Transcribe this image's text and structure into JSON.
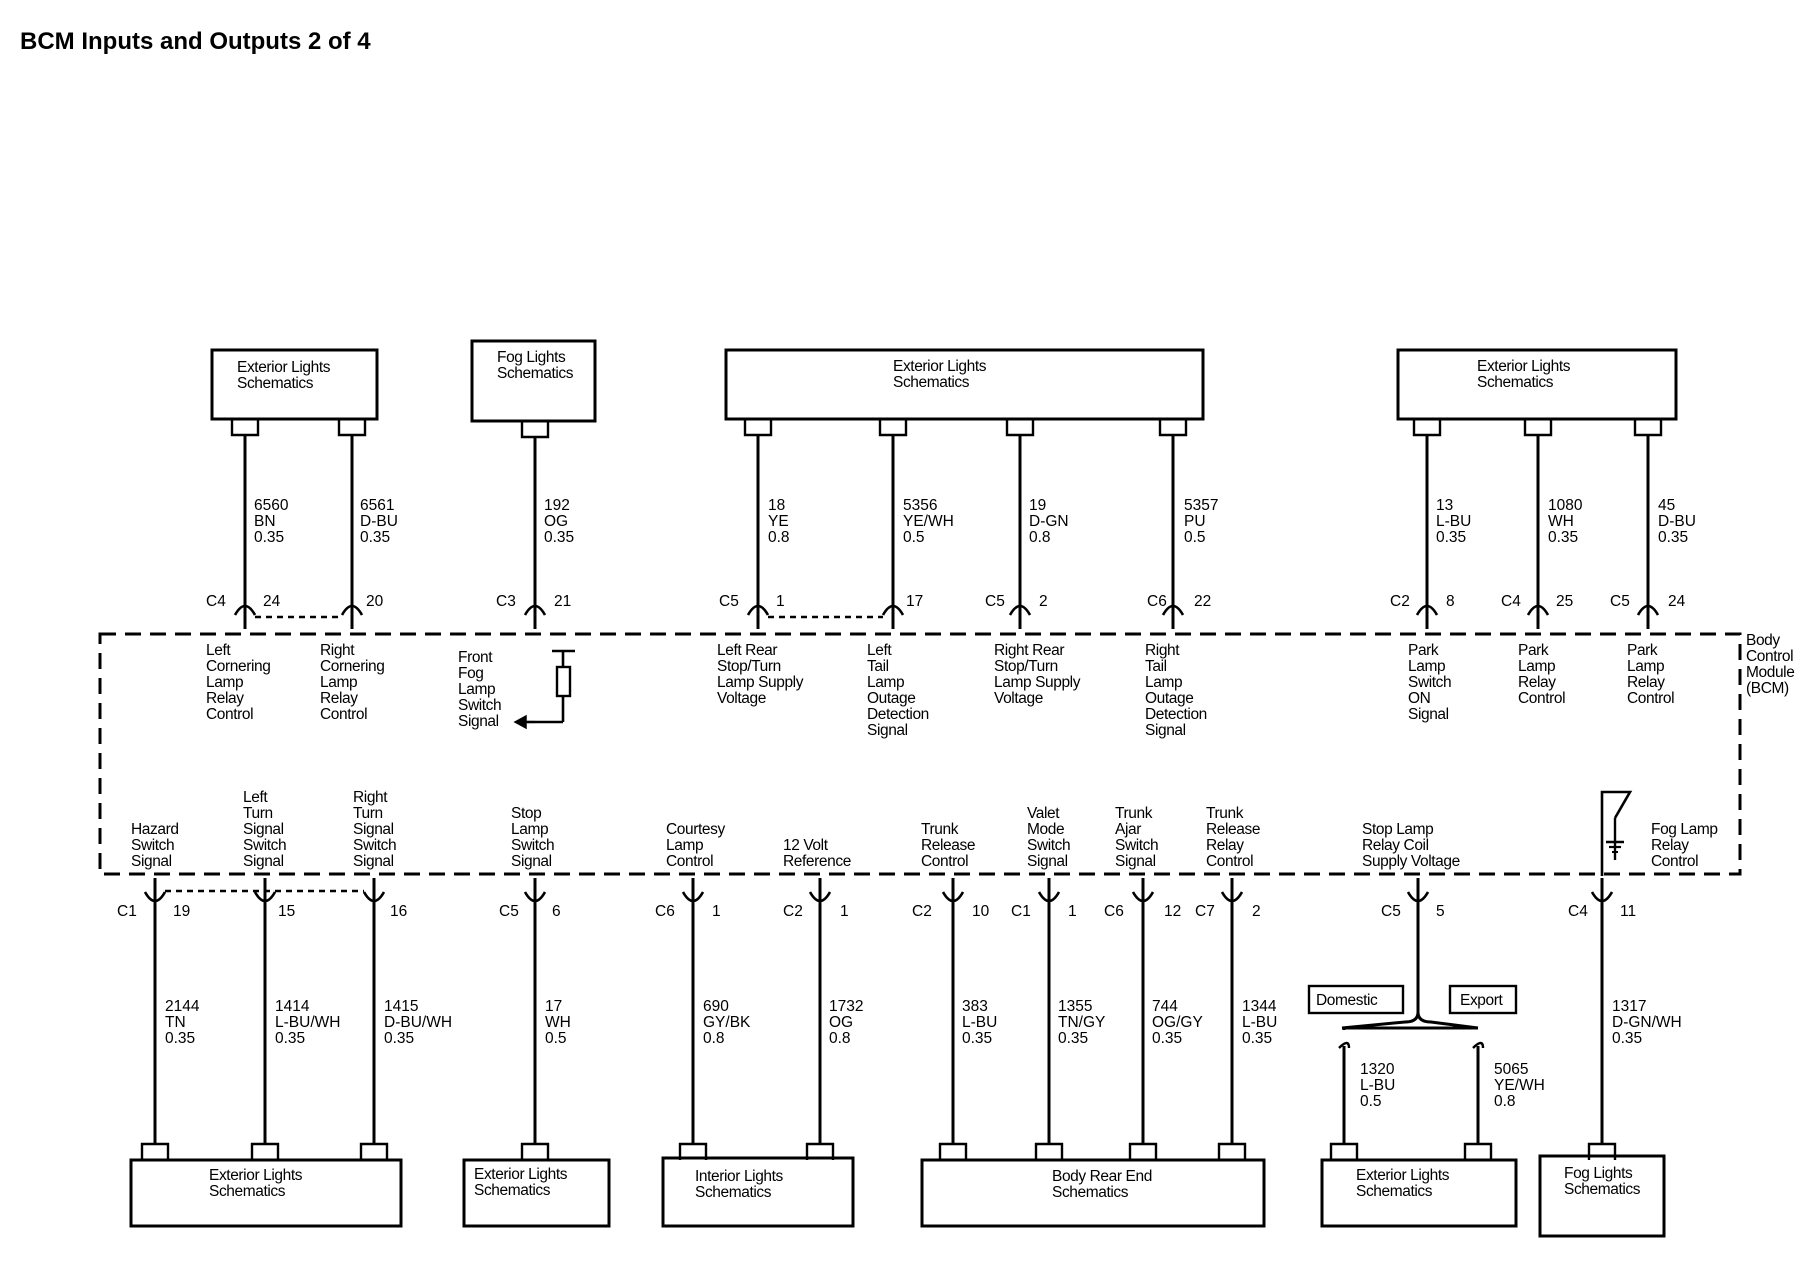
{
  "title": "BCM Inputs and Outputs 2 of 4",
  "module_label": [
    "Body",
    "Control",
    "Module",
    "(BCM)"
  ],
  "top_boxes": [
    {
      "id": "tb1",
      "lines": [
        "Exterior Lights",
        "Schematics"
      ]
    },
    {
      "id": "tb2",
      "lines": [
        "Fog Lights",
        "Schematics"
      ]
    },
    {
      "id": "tb3",
      "lines": [
        "Exterior Lights",
        "Schematics"
      ]
    },
    {
      "id": "tb4",
      "lines": [
        "Exterior Lights",
        "Schematics"
      ]
    }
  ],
  "top_circuits": [
    {
      "connector": "C4",
      "pin": "24",
      "circuit": "6560",
      "color": "BN",
      "gauge": "0.35",
      "label": [
        "Left",
        "Cornering",
        "Lamp",
        "Relay",
        "Control"
      ]
    },
    {
      "connector": "",
      "pin": "20",
      "circuit": "6561",
      "color": "D-BU",
      "gauge": "0.35",
      "label": [
        "Right",
        "Cornering",
        "Lamp",
        "Relay",
        "Control"
      ]
    },
    {
      "connector": "C3",
      "pin": "21",
      "circuit": "192",
      "color": "OG",
      "gauge": "0.35",
      "label": [
        "Front",
        "Fog",
        "Lamp",
        "Switch",
        "Signal"
      ]
    },
    {
      "connector": "C5",
      "pin": "1",
      "circuit": "18",
      "color": "YE",
      "gauge": "0.8",
      "label": [
        "Left Rear",
        "Stop/Turn",
        "Lamp Supply",
        "Voltage"
      ]
    },
    {
      "connector": "",
      "pin": "17",
      "circuit": "5356",
      "color": "YE/WH",
      "gauge": "0.5",
      "label": [
        "Left",
        "Tail",
        "Lamp",
        "Outage",
        "Detection",
        "Signal"
      ]
    },
    {
      "connector": "C5",
      "pin": "2",
      "circuit": "19",
      "color": "D-GN",
      "gauge": "0.8",
      "label": [
        "Right Rear",
        "Stop/Turn",
        "Lamp Supply",
        "Voltage"
      ]
    },
    {
      "connector": "C6",
      "pin": "22",
      "circuit": "5357",
      "color": "PU",
      "gauge": "0.5",
      "label": [
        "Right",
        "Tail",
        "Lamp",
        "Outage",
        "Detection",
        "Signal"
      ]
    },
    {
      "connector": "C2",
      "pin": "8",
      "circuit": "13",
      "color": "L-BU",
      "gauge": "0.35",
      "label": [
        "Park",
        "Lamp",
        "Switch",
        "ON",
        "Signal"
      ]
    },
    {
      "connector": "C4",
      "pin": "25",
      "circuit": "1080",
      "color": "WH",
      "gauge": "0.35",
      "label": [
        "Park",
        "Lamp",
        "Relay",
        "Control"
      ]
    },
    {
      "connector": "C5",
      "pin": "24",
      "circuit": "45",
      "color": "D-BU",
      "gauge": "0.35",
      "label": [
        "Park",
        "Lamp",
        "Relay",
        "Control"
      ]
    }
  ],
  "bottom_circuits": [
    {
      "connector": "C1",
      "pin": "19",
      "circuit": "2144",
      "color": "TN",
      "gauge": "0.35",
      "label": [
        "Hazard",
        "Switch",
        "Signal"
      ]
    },
    {
      "connector": "",
      "pin": "15",
      "circuit": "1414",
      "color": "L-BU/WH",
      "gauge": "0.35",
      "label": [
        "Left",
        "Turn",
        "Signal",
        "Switch",
        "Signal"
      ]
    },
    {
      "connector": "",
      "pin": "16",
      "circuit": "1415",
      "color": "D-BU/WH",
      "gauge": "0.35",
      "label": [
        "Right",
        "Turn",
        "Signal",
        "Switch",
        "Signal"
      ]
    },
    {
      "connector": "C5",
      "pin": "6",
      "circuit": "17",
      "color": "WH",
      "gauge": "0.5",
      "label": [
        "Stop",
        "Lamp",
        "Switch",
        "Signal"
      ]
    },
    {
      "connector": "C6",
      "pin": "1",
      "circuit": "690",
      "color": "GY/BK",
      "gauge": "0.8",
      "label": [
        "Courtesy",
        "Lamp",
        "Control"
      ]
    },
    {
      "connector": "C2",
      "pin": "1",
      "circuit": "1732",
      "color": "OG",
      "gauge": "0.8",
      "label": [
        "12 Volt",
        "Reference"
      ]
    },
    {
      "connector": "C2",
      "pin": "10",
      "circuit": "383",
      "color": "L-BU",
      "gauge": "0.35",
      "label": [
        "Trunk",
        "Release",
        "Control"
      ]
    },
    {
      "connector": "C1",
      "pin": "1",
      "circuit": "1355",
      "color": "TN/GY",
      "gauge": "0.35",
      "label": [
        "Valet",
        "Mode",
        "Switch",
        "Signal"
      ]
    },
    {
      "connector": "C6",
      "pin": "12",
      "circuit": "744",
      "color": "OG/GY",
      "gauge": "0.35",
      "label": [
        "Trunk",
        "Ajar",
        "Switch",
        "Signal"
      ]
    },
    {
      "connector": "C7",
      "pin": "2",
      "circuit": "1344",
      "color": "L-BU",
      "gauge": "0.35",
      "label": [
        "Trunk",
        "Release",
        "Relay",
        "Control"
      ]
    },
    {
      "connector": "C5",
      "pin": "5",
      "circuit": "",
      "color": "",
      "gauge": "",
      "label": [
        "Stop Lamp",
        "Relay Coil",
        "Supply Voltage"
      ]
    },
    {
      "connector": "C4",
      "pin": "11",
      "circuit": "1317",
      "color": "D-GN/WH",
      "gauge": "0.35",
      "label": [
        "Fog Lamp",
        "Relay",
        "Control"
      ]
    }
  ],
  "branch": {
    "left_tag": "Domestic",
    "right_tag": "Export",
    "left": {
      "circuit": "1320",
      "color": "L-BU",
      "gauge": "0.5"
    },
    "right": {
      "circuit": "5065",
      "color": "YE/WH",
      "gauge": "0.8"
    }
  },
  "bottom_boxes": [
    {
      "id": "bb1",
      "lines": [
        "Exterior Lights",
        "Schematics"
      ]
    },
    {
      "id": "bb2",
      "lines": [
        "Exterior Lights",
        "Schematics"
      ]
    },
    {
      "id": "bb3",
      "lines": [
        "Interior Lights",
        "Schematics"
      ]
    },
    {
      "id": "bb4",
      "lines": [
        "Body Rear End",
        "Schematics"
      ]
    },
    {
      "id": "bb5",
      "lines": [
        "Exterior Lights",
        "Schematics"
      ]
    },
    {
      "id": "bb6",
      "lines": [
        "Fog Lights",
        "Schematics"
      ]
    }
  ]
}
